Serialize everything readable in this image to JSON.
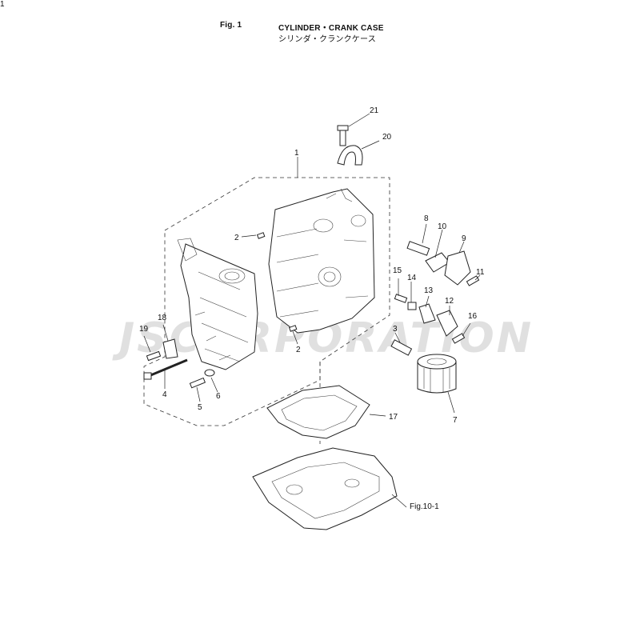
{
  "header": {
    "fig_label": "Fig. 1",
    "title_en": "CYLINDER・CRANK CASE",
    "title_jp": "シリンダ・クランクケース"
  },
  "watermark": "JSCORPORATION",
  "callouts": {
    "c1": "1",
    "c2a": "2",
    "c2b": "2",
    "c3": "3",
    "c4": "4",
    "c5": "5",
    "c6": "6",
    "c7": "7",
    "c8": "8",
    "c9": "9",
    "c10": "10",
    "c11": "11",
    "c12": "12",
    "c13": "13",
    "c14": "14",
    "c15": "15",
    "c16": "16",
    "c17": "17",
    "c18": "18",
    "c19": "19",
    "c20": "20",
    "c21": "21"
  },
  "reference": "Fig.10-1",
  "page_number": "1"
}
